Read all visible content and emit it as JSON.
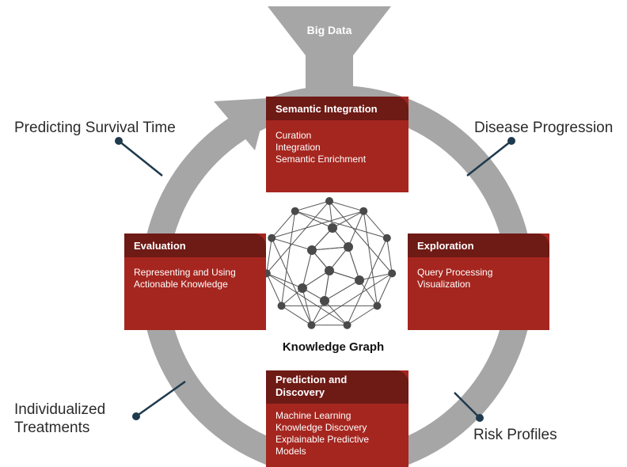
{
  "funnel": {
    "label": "Big Data"
  },
  "center": {
    "label": "Knowledge Graph"
  },
  "boxes": {
    "semantic": {
      "title": "Semantic Integration",
      "items": [
        "Curation",
        "Integration",
        "Semantic Enrichment"
      ]
    },
    "evaluation": {
      "title": "Evaluation",
      "items": [
        "Representing and Using",
        "Actionable Knowledge"
      ]
    },
    "exploration": {
      "title": "Exploration",
      "items": [
        "Query Processing",
        "Visualization"
      ]
    },
    "prediction": {
      "title_lines": [
        "Prediction and",
        "Discovery"
      ],
      "items": [
        "Machine Learning",
        "Knowledge Discovery",
        "Explainable Predictive",
        "Models"
      ]
    }
  },
  "outer_labels": {
    "survival": "Predicting Survival Time",
    "disease": "Disease Progression",
    "individual_lines": [
      "Individualized",
      "Treatments"
    ],
    "risk": "Risk Profiles"
  },
  "colors": {
    "box_body": "#a5261f",
    "box_header": "#6e1a15",
    "cycle_arrow": "#a6a6a6",
    "funnel": "#a6a6a6",
    "connector_dot": "#1f3a4d",
    "graph_edges": "#555555",
    "graph_nodes": "#4a4a4a"
  }
}
